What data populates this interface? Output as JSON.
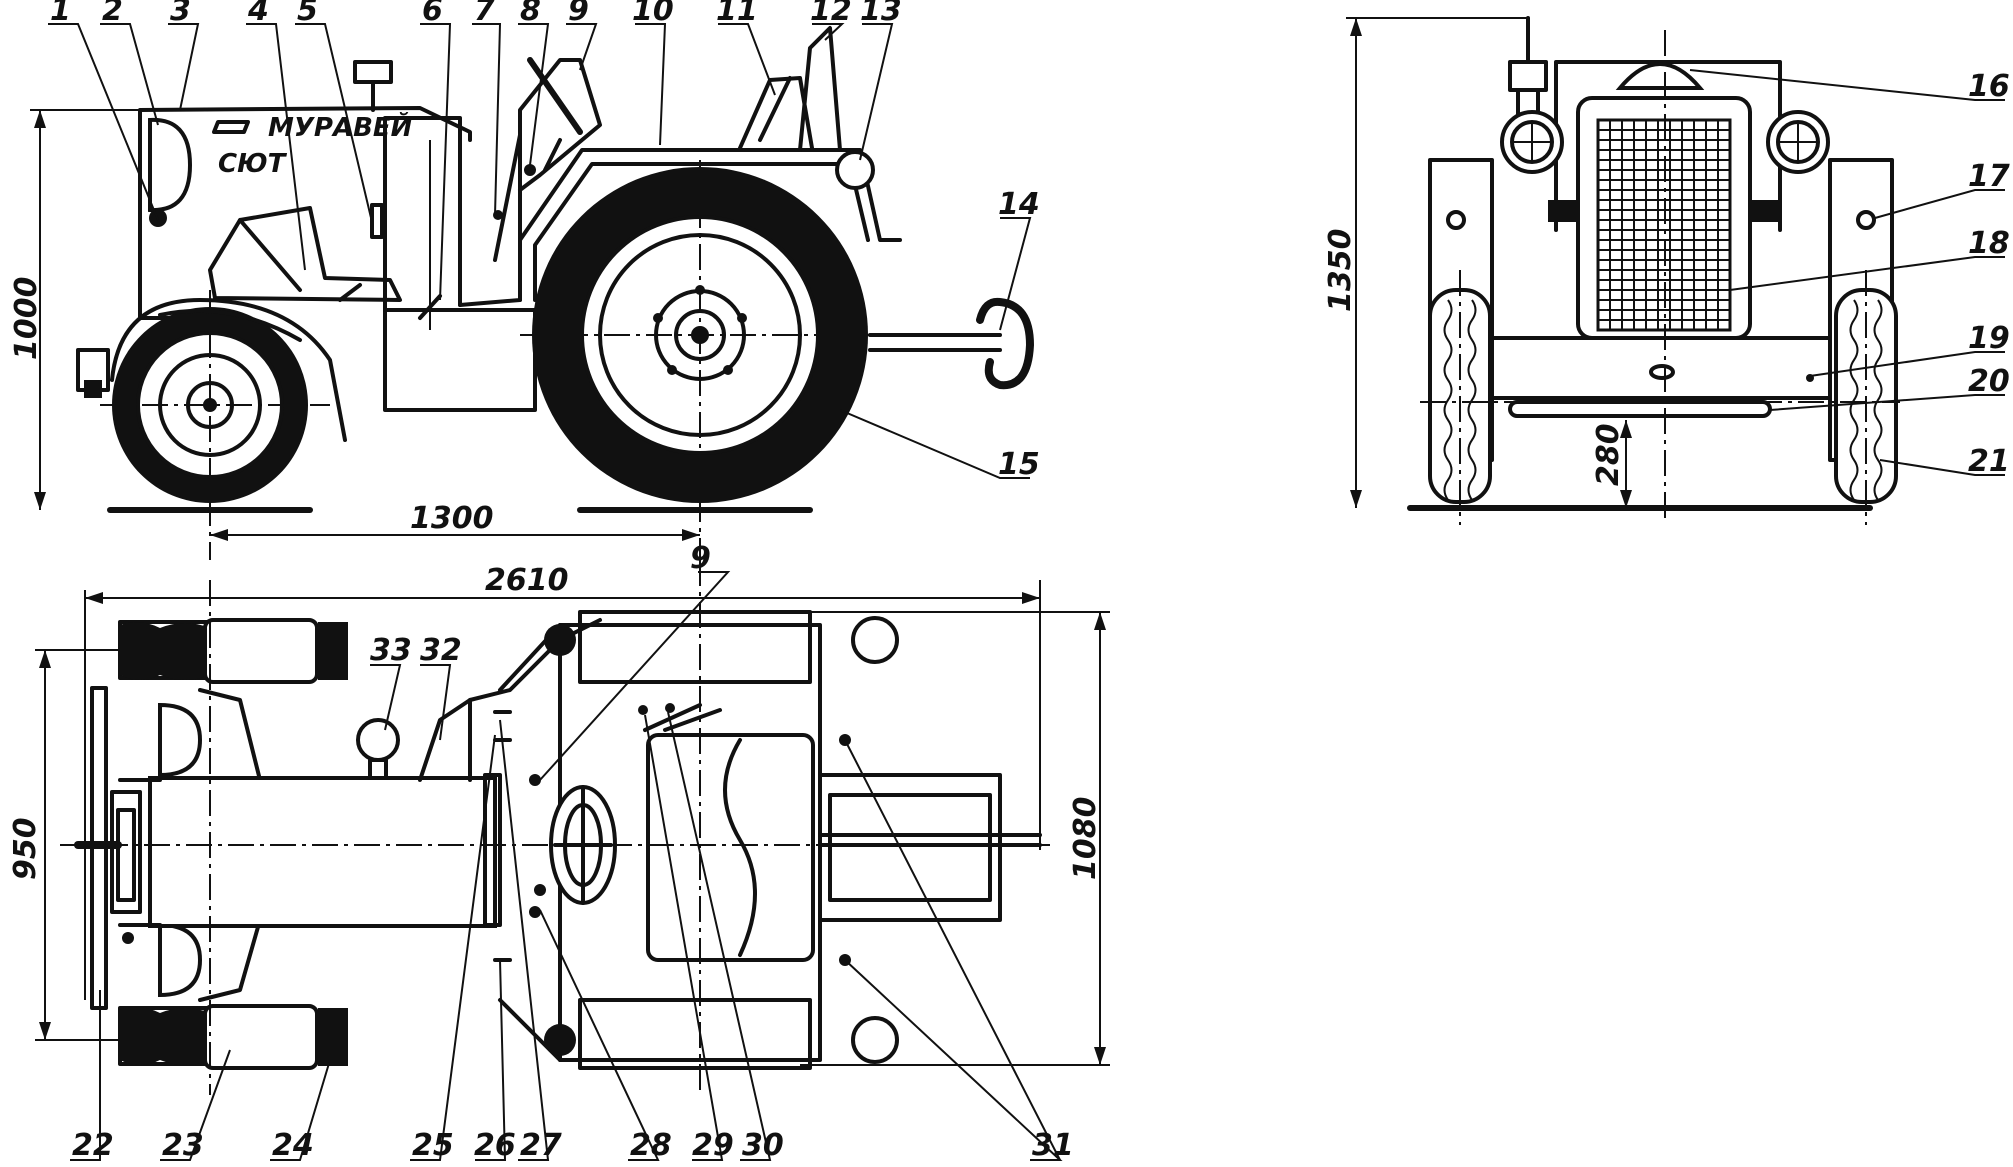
{
  "lettering": {
    "name": "МУРАВЕЙ",
    "org": "СЮТ"
  },
  "dimensions": {
    "wheelbase": "1300",
    "overall_length": "2610",
    "height_side": "1000",
    "front_track": "950",
    "overall_width": "1080",
    "overall_height": "1350",
    "ground_clearance": "280"
  },
  "callouts": [
    "1",
    "2",
    "3",
    "4",
    "5",
    "6",
    "7",
    "8",
    "9",
    "10",
    "11",
    "12",
    "13",
    "14",
    "15",
    "16",
    "17",
    "18",
    "19",
    "20",
    "21",
    "22",
    "23",
    "24",
    "25",
    "26",
    "27",
    "28",
    "29",
    "30",
    "31",
    "32",
    "33"
  ],
  "colors": {
    "ink": "#111111",
    "paper": "#ffffff"
  }
}
